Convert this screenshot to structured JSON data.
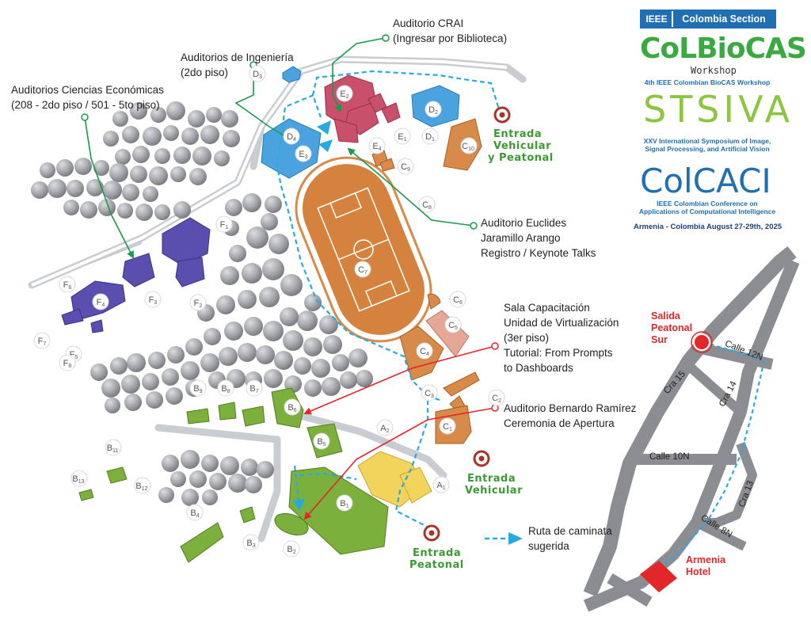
{
  "event_logos": {
    "ieee_badge": "IEEE",
    "section": "Colombia Section",
    "colbiocas": "CoLBioCAS",
    "colbiocas_sub": "Workshop",
    "colbiocas_desc": "4th IEEE Colombian BioCAS Workshop",
    "stsiva": "STSIVA",
    "stsiva_desc_1": "XXV International Symposium of Image,",
    "stsiva_desc_2": "Signal Processing, and Artificial Vision",
    "colcaci": "ColCACI",
    "colcaci_desc_1": "IEEE Colombian Conference on",
    "colcaci_desc_2": "Applications of Computational Intelligence",
    "location_dates": "Armenia - Colombia   August 27-29th, 2025"
  },
  "callouts": {
    "crai_1": "Auditorio CRAI",
    "crai_2": "(Ingresar por Biblioteca)",
    "ing_1": "Auditorios de Ingeniería",
    "ing_2": "(2do piso)",
    "eco_1": "Auditorios Ciencias Económicas",
    "eco_2": "(208 - 2do piso / 501 - 5to piso)",
    "euc_1": "Auditorio Euclides",
    "euc_2": "Jaramillo Arango",
    "euc_3": "Registro / Keynote Talks",
    "sala_1": "Sala Capacitación",
    "sala_2": "Unidad de Virtualización",
    "sala_3": "(3er piso)",
    "sala_4": "Tutorial:  From Prompts",
    "sala_5": "to Dashboards",
    "bern_1": "Auditorio Bernardo Ramírez",
    "bern_2": "Ceremonia de Apertura"
  },
  "entrances": {
    "vp_1": "Entrada",
    "vp_2": "Vehicular",
    "vp_3": "y Peatonal",
    "veh_1": "Entrada",
    "veh_2": "Vehicular",
    "peat_1": "Entrada",
    "peat_2": "Peatonal"
  },
  "legend": {
    "walk_1": "Ruta de caminata",
    "walk_2": "sugerida"
  },
  "inset": {
    "exit_1": "Salida",
    "exit_2": "Peatonal",
    "exit_3": "Sur",
    "hotel_1": "Armenia",
    "hotel_2": "Hotel",
    "calle12": "Calle 12N",
    "cra15": "Cra 15",
    "cra14": "Cra 14",
    "calle10": "Calle 10N",
    "cra13": "Cra 13",
    "calle8": "Calle 8N"
  },
  "building_labels": [
    {
      "t": "E",
      "s": "2"
    },
    {
      "t": "E",
      "s": "1"
    },
    {
      "t": "E",
      "s": "3"
    },
    {
      "t": "E",
      "s": "4"
    },
    {
      "t": "D",
      "s": "1"
    },
    {
      "t": "D",
      "s": "2"
    },
    {
      "t": "D",
      "s": "3"
    },
    {
      "t": "D",
      "s": "4"
    },
    {
      "t": "C",
      "s": "10"
    },
    {
      "t": "C",
      "s": "9"
    },
    {
      "t": "C",
      "s": "8"
    },
    {
      "t": "C",
      "s": "7"
    },
    {
      "t": "C",
      "s": "6"
    },
    {
      "t": "C",
      "s": "5"
    },
    {
      "t": "C",
      "s": "4"
    },
    {
      "t": "C",
      "s": "3"
    },
    {
      "t": "C",
      "s": "2"
    },
    {
      "t": "C",
      "s": "1"
    },
    {
      "t": "F",
      "s": "1"
    },
    {
      "t": "F",
      "s": "2"
    },
    {
      "t": "F",
      "s": "3"
    },
    {
      "t": "F",
      "s": "4"
    },
    {
      "t": "F",
      "s": "5"
    },
    {
      "t": "F",
      "s": "6"
    },
    {
      "t": "F",
      "s": "7"
    },
    {
      "t": "F",
      "s": "8"
    },
    {
      "t": "B",
      "s": "1"
    },
    {
      "t": "B",
      "s": "2"
    },
    {
      "t": "B",
      "s": "3"
    },
    {
      "t": "B",
      "s": "4"
    },
    {
      "t": "B",
      "s": "5"
    },
    {
      "t": "B",
      "s": "6"
    },
    {
      "t": "B",
      "s": "7"
    },
    {
      "t": "B",
      "s": "8"
    },
    {
      "t": "B",
      "s": "9"
    },
    {
      "t": "B",
      "s": "11"
    },
    {
      "t": "B",
      "s": "12"
    },
    {
      "t": "B",
      "s": "13"
    },
    {
      "t": "A",
      "s": "1"
    },
    {
      "t": "A",
      "s": "2"
    }
  ],
  "colors": {
    "block_e": "#c9506a",
    "block_d": "#4aa3df",
    "block_c": "#d88a4a",
    "block_f": "#5a4fae",
    "block_b": "#7bb03c",
    "block_a": "#f2d45c",
    "trees": "#a9abb0",
    "route": "#29a9e1",
    "callout_green": "#1a9a4a",
    "callout_red": "#e3262a",
    "entrance_green": "#3c9a33"
  }
}
